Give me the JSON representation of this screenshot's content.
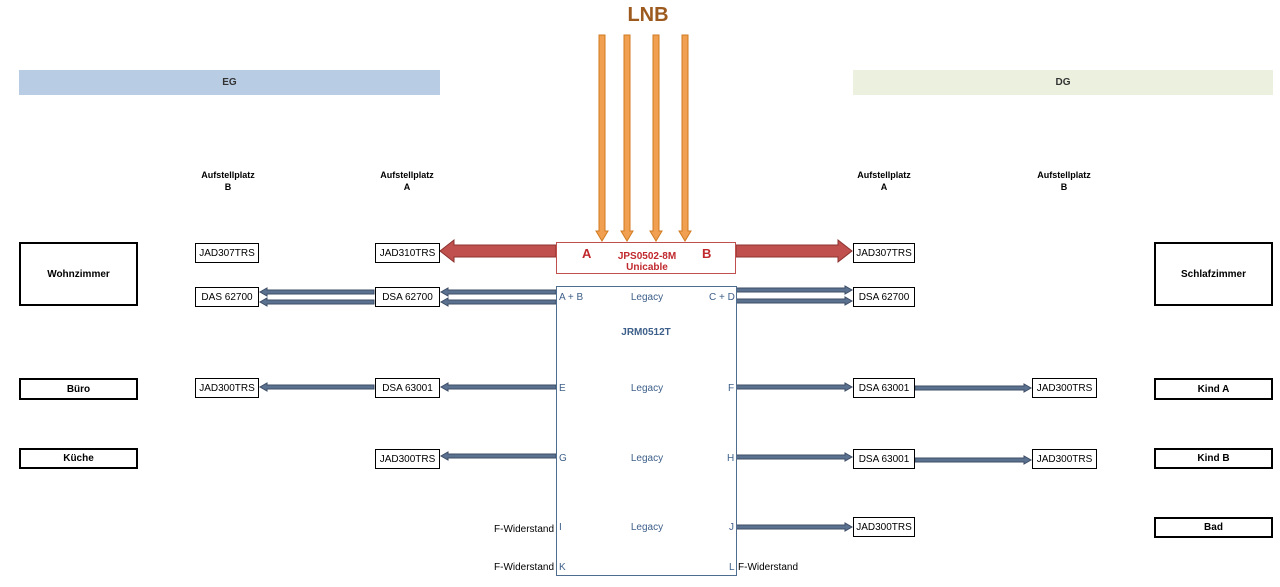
{
  "lnb_label": "LNB",
  "eg_label": "EG",
  "dg_label": "DG",
  "headers": {
    "eg_b": [
      "Aufstellplatz",
      "B"
    ],
    "eg_a": [
      "Aufstellplatz",
      "A"
    ],
    "dg_a": [
      "Aufstellplatz",
      "A"
    ],
    "dg_b": [
      "Aufstellplatz",
      "B"
    ]
  },
  "rooms": {
    "wohnzimmer": "Wohnzimmer",
    "buero": "Büro",
    "kueche": "Küche",
    "schlafzimmer": "Schlafzimmer",
    "kind_a": "Kind A",
    "kind_b": "Kind B",
    "bad": "Bad"
  },
  "devices": {
    "eg_b_row1": "JAD307TRS",
    "eg_a_row1": "JAD310TRS",
    "eg_b_row2": "DAS 62700",
    "eg_a_row2": "DSA 62700",
    "eg_b_row3": "JAD300TRS",
    "eg_a_row3": "DSA 63001",
    "eg_a_row4": "JAD300TRS",
    "dg_a_row1": "JAD307TRS",
    "dg_a_row2": "DSA 62700",
    "dg_a_row3": "DSA 63001",
    "dg_b_row3": "JAD300TRS",
    "dg_a_row4": "DSA 63001",
    "dg_b_row4": "JAD300TRS",
    "dg_a_row5": "JAD300TRS"
  },
  "switch": {
    "name": "JPS0502-8M",
    "type": "Unicable",
    "output_a": "A",
    "output_b": "B"
  },
  "multiswitch": {
    "name": "JRM0512T",
    "ports": {
      "ab": "A + B",
      "cd": "C + D",
      "e": "E",
      "f": "F",
      "g": "G",
      "h": "H",
      "i": "I",
      "j": "J",
      "k": "K",
      "l": "L"
    },
    "legacy": "Legacy"
  },
  "f_widerstand": "F-Widerstand",
  "colors": {
    "lnb": "#9c5a1e",
    "lnb_arrow": "#f0a050",
    "eg_banner": "#b8cce4",
    "dg_banner": "#ebf1de",
    "unicable_arrow": "#c0504d",
    "unicable_text": "#c0282d",
    "legacy_arrow": "#5b7190",
    "multiswitch_border": "#4f6d8f"
  }
}
